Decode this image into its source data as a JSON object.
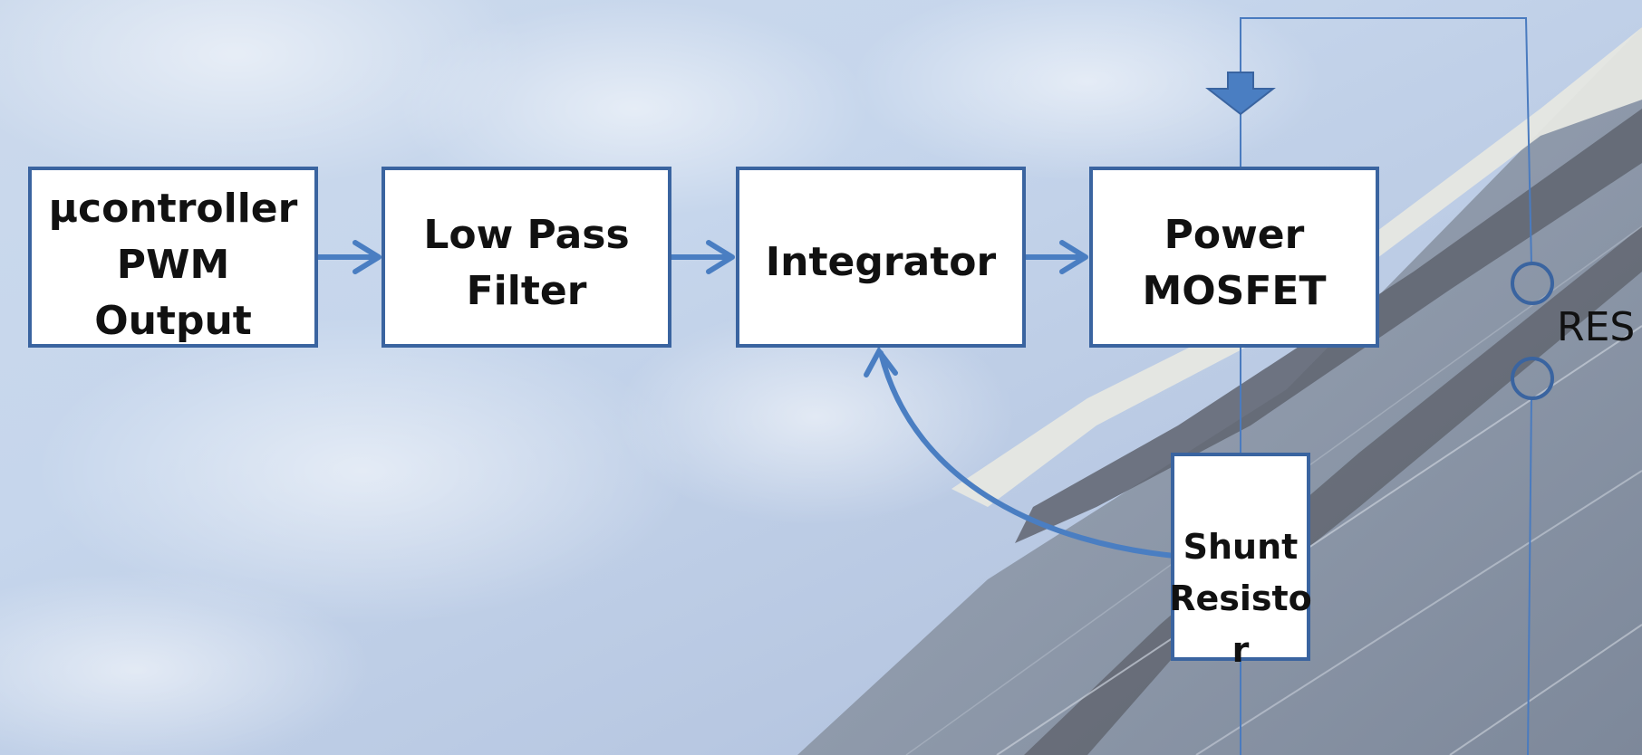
{
  "blocks": {
    "pwm": {
      "lines": [
        "µcontroller",
        "PWM",
        "Output"
      ]
    },
    "lpf": {
      "lines": [
        "Low Pass",
        "Filter"
      ]
    },
    "integrator": {
      "lines": [
        "Integrator"
      ]
    },
    "mosfet": {
      "lines": [
        "Power",
        "MOSFET"
      ]
    },
    "shunt": {
      "lines": [
        "Shunt",
        "Resisto",
        "r"
      ]
    }
  },
  "terminal": {
    "label": "RES"
  },
  "colors": {
    "box_stroke": "#3a64a0",
    "box_fill": "#ffffff",
    "arrow": "#4a7ec2",
    "wire": "#4a7bbf",
    "text": "#111111"
  }
}
